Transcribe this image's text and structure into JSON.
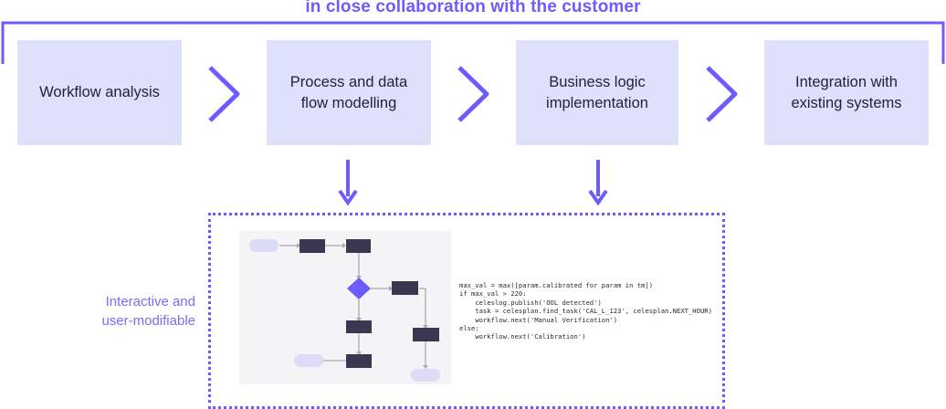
{
  "banner": {
    "text": "in close collaboration with the customer"
  },
  "steps": [
    {
      "label": "Workflow analysis"
    },
    {
      "label": "Process and data\nflow modelling"
    },
    {
      "label": "Business logic\nimplementation"
    },
    {
      "label": "Integration with\nexisting systems"
    }
  ],
  "side_label": {
    "text": "Interactive and\nuser-modifiable"
  },
  "code": {
    "text": "max_val = max([param.calibrated for param in tm])\nif max_val > 220:\n    celeslog.publish('OOL detected')\n    task = celesplan.find_task('CAL_L_123', celesplan.NEXT_HOUR)\n    workflow.next('Manual Verification')\nelse:\n    workflow.next('Calibration')"
  },
  "colors": {
    "accent": "#6c5cff",
    "step_bg": "#dfe1fb",
    "node_dark": "#3a3850",
    "node_light": "#dcdcf8"
  }
}
